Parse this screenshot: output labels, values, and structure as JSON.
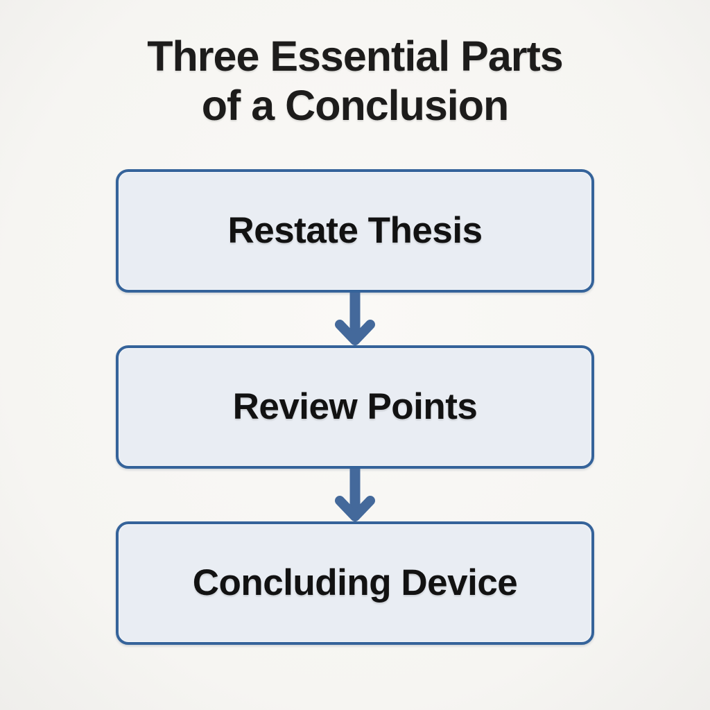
{
  "title": {
    "line1": "Three Essential Parts",
    "line2": "of a Conclusion",
    "full": "Three Essential Parts of a Conclusion"
  },
  "flow": {
    "boxes": [
      {
        "label": "Restate Thesis"
      },
      {
        "label": "Review Points"
      },
      {
        "label": "Concluding Device"
      }
    ],
    "connectors": [
      {
        "icon": "down-arrow-icon",
        "from": "Restate Thesis",
        "to": "Review Points"
      },
      {
        "icon": "down-arrow-icon",
        "from": "Review Points",
        "to": "Concluding Device"
      }
    ]
  },
  "colors": {
    "background": "#f7f6f3",
    "box_fill": "#e9edf3",
    "box_border": "#35639a",
    "arrow": "#44699b",
    "title_text": "#1d1c1b",
    "box_text": "#121212"
  }
}
